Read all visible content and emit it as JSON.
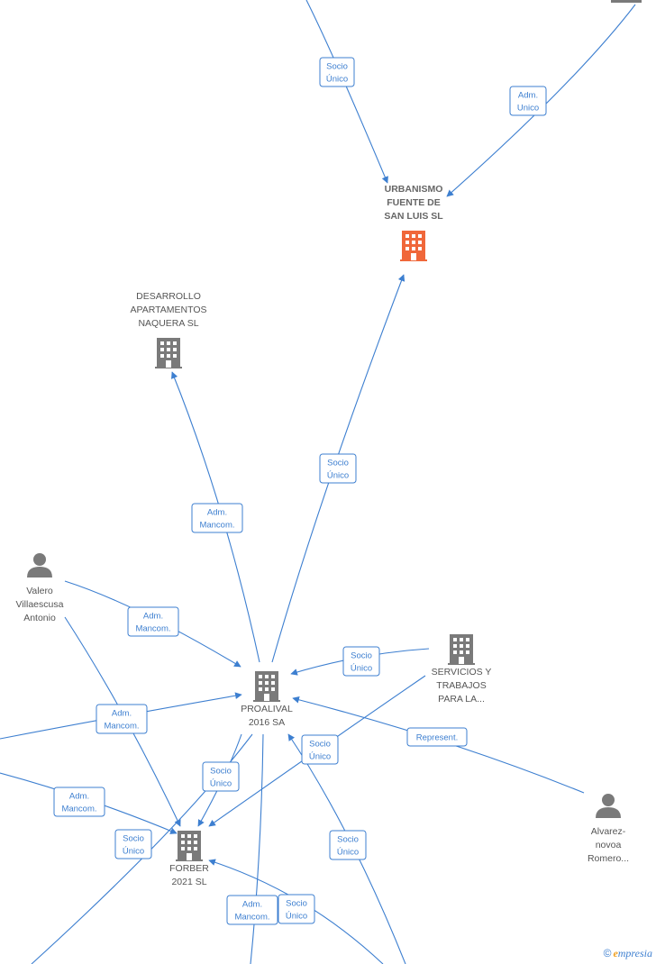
{
  "companies": [
    {
      "id": "urbanismo",
      "lines": [
        "URBANISMO",
        "FUENTE DE",
        "SAN LUIS  SL"
      ],
      "color": "#f0673a",
      "bold": true
    },
    {
      "id": "desarrollo",
      "lines": [
        "DESARROLLO",
        "APARTAMENTOS",
        "NAQUERA  SL"
      ],
      "color": "#7a7a7a",
      "bold": false
    },
    {
      "id": "proalival",
      "lines": [
        "PROALIVAL",
        "2016 SA"
      ],
      "color": "#7a7a7a",
      "bold": false
    },
    {
      "id": "servicios",
      "lines": [
        "SERVICIOS Y",
        "TRABAJOS",
        "PARA LA..."
      ],
      "color": "#7a7a7a",
      "bold": false
    },
    {
      "id": "forber",
      "lines": [
        "FORBER",
        "2021  SL"
      ],
      "color": "#7a7a7a",
      "bold": false
    }
  ],
  "persons": [
    {
      "id": "valero",
      "lines": [
        "Valero",
        "Villaescusa",
        "Antonio"
      ],
      "color": "#7a7a7a"
    },
    {
      "id": "alvarez",
      "lines": [
        "Alvarez-",
        "novoa",
        "Romero..."
      ],
      "color": "#7a7a7a"
    }
  ],
  "edge_labels": [
    {
      "id": "e1",
      "lines": [
        "Socio",
        "Único"
      ]
    },
    {
      "id": "e2",
      "lines": [
        "Adm.",
        "Unico"
      ]
    },
    {
      "id": "e3",
      "lines": [
        "Socio",
        "Único"
      ]
    },
    {
      "id": "e4",
      "lines": [
        "Adm.",
        "Mancom."
      ]
    },
    {
      "id": "e5",
      "lines": [
        "Adm.",
        "Mancom."
      ]
    },
    {
      "id": "e6",
      "lines": [
        "Socio",
        "Único"
      ]
    },
    {
      "id": "e7",
      "lines": [
        "Adm.",
        "Mancom."
      ]
    },
    {
      "id": "e8",
      "lines": [
        "Represent."
      ]
    },
    {
      "id": "e9",
      "lines": [
        "Socio",
        "Único"
      ]
    },
    {
      "id": "e10",
      "lines": [
        "Socio",
        "Único"
      ]
    },
    {
      "id": "e11",
      "lines": [
        "Adm.",
        "Mancom."
      ]
    },
    {
      "id": "e12",
      "lines": [
        "Socio",
        "Único"
      ]
    },
    {
      "id": "e13",
      "lines": [
        "Socio",
        "Único"
      ]
    },
    {
      "id": "e14",
      "lines": [
        "Adm.",
        "Mancom."
      ]
    },
    {
      "id": "e15",
      "lines": [
        "Socio",
        "Único"
      ]
    }
  ],
  "brand": {
    "copyright": "©",
    "initial": "e",
    "rest": "mpresia"
  }
}
